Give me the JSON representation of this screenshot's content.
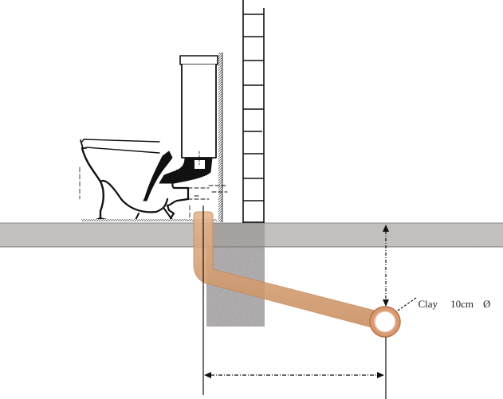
{
  "diagram": {
    "type": "toilet-drain-section",
    "labels": {
      "pipe_material": "Clay",
      "pipe_diameter": "10cm",
      "diameter_symbol": "Ø"
    },
    "elements": {
      "toilet": "close-coupled toilet with cistern (line drawing)",
      "wall": "tiled wall with 10 horizontal tile joints",
      "floor_slab": "concrete floor slab",
      "foundation": "concrete footing under wall",
      "drain_pipe": "clay drain pipe running from toilet outlet down and diagonally to sewer",
      "sewer_pipe": "circular pipe cross-section",
      "dimension_vertical": "depth from floor to pipe (dashed arrow)",
      "dimension_horizontal": "horizontal distance from outlet to pipe (dashed arrow)"
    },
    "colors": {
      "pipe": "#d9a57a",
      "pipe_edge": "#c98a5c",
      "slab": "#b8b6b4",
      "footing": "#a9a6a8",
      "line": "#111111"
    }
  }
}
